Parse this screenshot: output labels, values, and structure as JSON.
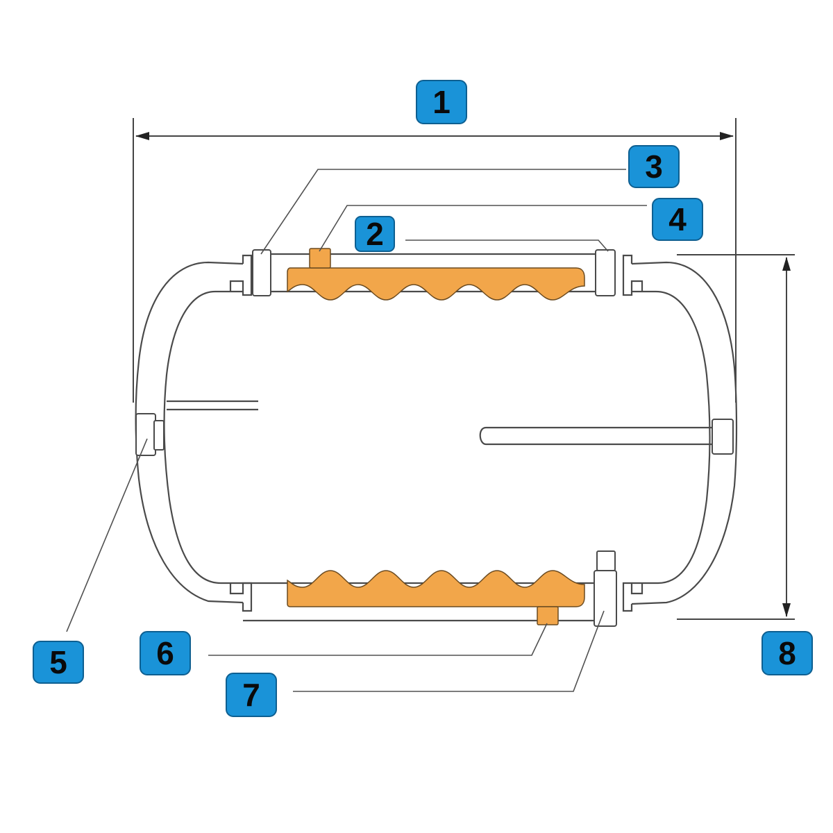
{
  "diagram": {
    "accent_color": "#1a93d8",
    "membrane_color": "#f2a64a",
    "callouts": [
      "1",
      "2",
      "3",
      "4",
      "5",
      "6",
      "7",
      "8"
    ]
  }
}
